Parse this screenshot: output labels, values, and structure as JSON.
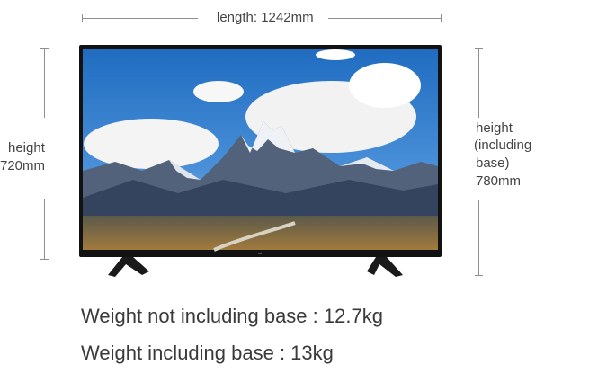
{
  "dimensions": {
    "length_label": "length: 1242mm",
    "height_label": "height",
    "height_value": "720mm",
    "height_with_base_lines": [
      "height",
      "(including",
      "base)",
      "780mm"
    ]
  },
  "weights": {
    "without_base": "Weight not including base : 12.7kg",
    "with_base": "Weight including base : 13kg"
  },
  "tv": {
    "logo_text": "mi",
    "colors": {
      "frame": "#111111",
      "sky": "#2b78c9",
      "mountain": "#34445e",
      "ground": "#8a6a3a"
    }
  }
}
